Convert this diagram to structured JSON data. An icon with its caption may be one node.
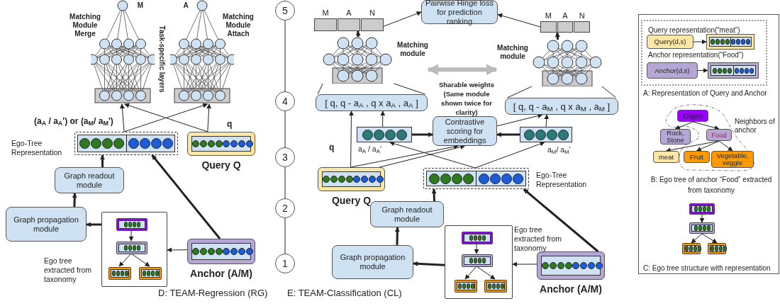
{
  "diagram": {
    "nodes": [
      {
        "text": [
          "M",
          "Matching Module Merge"
        ]
      },
      {
        "text": [
          "A",
          "Matching Module Attach"
        ]
      },
      {
        "text": [],
        "shape": "box",
        "beside": [
          "Ego-Tree Representation"
        ]
      },
      {
        "text": [
          "Query Q"
        ]
      },
      {
        "text": [
          "Graph readout module"
        ]
      },
      {
        "text": [
          "Graph propagation module"
        ]
      },
      {
        "text": [],
        "shape": "box",
        "beside": [
          "Ego tree extracted from taxonomy"
        ]
      },
      {
        "text": [],
        "shape": "box",
        "in": 6
      },
      {
        "text": [],
        "shape": "box",
        "in": 6
      },
      {
        "text": [],
        "shape": "box",
        "in": 6
      },
      {
        "text": [],
        "shape": "box",
        "in": 6
      },
      {
        "text": [
          "Anchor (A/M)"
        ]
      },
      {
        "text": [
          "1"
        ]
      },
      {
        "text": [
          "2"
        ]
      },
      {
        "text": [
          "3"
        ]
      },
      {
        "text": [
          "4"
        ]
      },
      {
        "text": [
          "5"
        ]
      },
      {
        "text": [
          "M",
          "A",
          "N"
        ]
      },
      {
        "text": [
          "Pairwise Hinge loss for prediction ranking"
        ]
      },
      {
        "text": [
          "M",
          "A",
          "N"
        ]
      },
      {
        "text": [
          "Matching module"
        ]
      },
      {
        "text": [
          "Matching module"
        ]
      },
      {
        "text": [
          "[ q, q - a$_{A}$ , q x a$_{A}$ , a$_{A}$ ]"
        ]
      },
      {
        "text": [
          "[ q, q - a$_{M}$ , q x a$_{M}$ , a$_{M}$ ]"
        ]
      },
      {
        "text": [],
        "shape": "bar",
        "beside": [
          "a$_{A}$ / a$_{A}$'"
        ]
      },
      {
        "text": [
          "Contrastive scoring for embeddings"
        ]
      },
      {
        "text": [],
        "shape": "bar",
        "beside": [
          "a$_{M}$/ a$_{M}$'"
        ]
      },
      {
        "text": [
          "Query Q"
        ]
      },
      {
        "text": [],
        "shape": "box",
        "beside": [
          "Ego-Tree Representation"
        ]
      },
      {
        "text": [
          "Graph readout module"
        ]
      },
      {
        "text": [
          "Graph propagation module"
        ]
      },
      {
        "text": [],
        "shape": "box",
        "beside": [
          "Ego tree extracted from taxonomy"
        ]
      },
      {
        "text": [],
        "shape": "box",
        "in": 31
      },
      {
        "text": [],
        "shape": "box",
        "in": 31
      },
      {
        "text": [],
        "shape": "box",
        "in": 31
      },
      {
        "text": [],
        "shape": "box",
        "in": 31
      },
      {
        "text": [
          "Anchor (A/M)"
        ]
      },
      {
        "text": [
          "Query(d,s)"
        ]
      },
      {
        "text": [],
        "shape": "bar"
      },
      {
        "text": [
          "Anchor(d,s)"
        ]
      },
      {
        "text": [],
        "shape": "bar"
      },
      {
        "text": [
          "Object"
        ]
      },
      {
        "text": [
          "Rock, Stone"
        ]
      },
      {
        "text": [
          "Food"
        ]
      },
      {
        "text": [
          "meat"
        ]
      },
      {
        "text": [
          "Fruit"
        ]
      },
      {
        "text": [
          "Vegetable, veggie"
        ]
      },
      {
        "text": [],
        "shape": "box"
      },
      {
        "text": [],
        "shape": "box"
      },
      {
        "text": [],
        "shape": "box"
      },
      {
        "text": [],
        "shape": "box"
      }
    ],
    "edges": [
      {
        "from": 2,
        "to": 0,
        "arrow": "to"
      },
      {
        "from": 2,
        "to": 1,
        "arrow": "to"
      },
      {
        "from": 3,
        "to": 0,
        "arrow": "to"
      },
      {
        "from": 3,
        "to": 1,
        "arrow": "to"
      },
      {
        "from": 4,
        "to": 2,
        "arrow": "to",
        "style": "thick"
      },
      {
        "from": 5,
        "to": 4,
        "arrow": "to",
        "style": "thick"
      },
      {
        "from": 6,
        "to": 5,
        "arrow": "to",
        "style": "thick"
      },
      {
        "from": 11,
        "to": 6,
        "arrow": "to"
      },
      {
        "from": 11,
        "to": 2,
        "arrow": "to",
        "style": "thick"
      },
      {
        "from": 7,
        "to": 8,
        "arrow": "to"
      },
      {
        "from": 8,
        "to": 9,
        "arrow": "to"
      },
      {
        "from": 8,
        "to": 10,
        "arrow": "to"
      },
      {
        "from": 12,
        "to": 13,
        "arrow": "to"
      },
      {
        "from": 13,
        "to": 14,
        "arrow": "to"
      },
      {
        "from": 14,
        "to": 15,
        "arrow": "to"
      },
      {
        "from": 15,
        "to": 16,
        "arrow": "to"
      },
      {
        "from": 17,
        "to": 18,
        "arrow": "to"
      },
      {
        "from": 19,
        "to": 18,
        "arrow": "to"
      },
      {
        "from": 20,
        "to": 17,
        "arrow": "to",
        "style": "thick"
      },
      {
        "from": 21,
        "to": 19,
        "arrow": "to",
        "style": "thick"
      },
      {
        "from": 22,
        "to": 20,
        "arrow": "none"
      },
      {
        "from": 23,
        "to": 21,
        "arrow": "none"
      },
      {
        "from": 27,
        "to": 22,
        "arrow": "to"
      },
      {
        "from": 24,
        "to": 22,
        "arrow": "to"
      },
      {
        "from": 24,
        "to": 25,
        "arrow": "to",
        "style": "thick"
      },
      {
        "from": 26,
        "to": 25,
        "arrow": "to",
        "style": "thick"
      },
      {
        "from": 25,
        "to": 23,
        "arrow": "to"
      },
      {
        "from": 26,
        "to": 23,
        "arrow": "to"
      },
      {
        "from": 27,
        "to": 25,
        "arrow": "to"
      },
      {
        "from": 27,
        "to": 25,
        "arrow": "to"
      },
      {
        "from": 28,
        "to": 24,
        "arrow": "to"
      },
      {
        "from": 28,
        "to": 26,
        "arrow": "to"
      },
      {
        "from": 29,
        "to": 28,
        "arrow": "to",
        "style": "thick"
      },
      {
        "from": 30,
        "to": 29,
        "arrow": "to",
        "style": "thick"
      },
      {
        "from": 31,
        "to": 30,
        "arrow": "to",
        "style": "thick"
      },
      {
        "from": 36,
        "to": 31,
        "arrow": "to"
      },
      {
        "from": 36,
        "to": 28,
        "arrow": "to",
        "style": "thick"
      },
      {
        "from": 32,
        "to": 33,
        "arrow": "to"
      },
      {
        "from": 33,
        "to": 34,
        "arrow": "to"
      },
      {
        "from": 33,
        "to": 35,
        "arrow": "to"
      },
      {
        "from": 37,
        "to": 38,
        "arrow": "to"
      },
      {
        "from": 39,
        "to": 40,
        "arrow": "to"
      },
      {
        "from": 41,
        "to": 42,
        "arrow": "to"
      },
      {
        "from": 41,
        "to": 43,
        "arrow": "to"
      },
      {
        "from": 43,
        "to": 44,
        "arrow": "to"
      },
      {
        "from": 43,
        "to": 45,
        "arrow": "to"
      },
      {
        "from": 43,
        "to": 46,
        "arrow": "to"
      },
      {
        "from": 47,
        "to": 48,
        "arrow": "to"
      },
      {
        "from": 48,
        "to": 49,
        "arrow": "to"
      },
      {
        "from": 48,
        "to": 50,
        "arrow": "to"
      },
      {
        "from": 22,
        "to": 20,
        "arrow": "none"
      },
      {
        "from": 23,
        "to": 21,
        "arrow": "none"
      },
      {
        "from": 20,
        "to": 21,
        "arrow": "both",
        "style": "thick",
        "color": "#bbbbbb"
      }
    ],
    "labels": [
      "(a$_{A}$ / a$_{A}$') or (a$_{M}$/ a$_{M}$')",
      "q",
      "Task-specific layers",
      "Sharable weights (Same module shown twice for clarity)",
      "q",
      "D: TEAM-Regression (RG)",
      "E: TEAM-Classification (CL)",
      "Query representation(“meat”)",
      "Anchor representation(“Food”)",
      "A: Representation of Query and Anchor",
      "Neighbors of anchor",
      "B: Ego tree of anchor “Food” extracted from taxonomy",
      "C: Ego tree structure with representation"
    ]
  }
}
